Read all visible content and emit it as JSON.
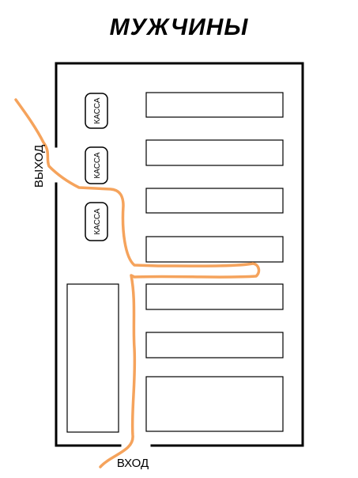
{
  "title": "МУЖЧИНЫ",
  "labels": {
    "exit": "ВЫХОД",
    "entrance": "ВХОД",
    "register": "КАССА"
  },
  "registers": [
    "КАССА",
    "КАССА",
    "КАССА"
  ],
  "colors": {
    "walls": "#000000",
    "path": "#f5a35c",
    "background": "#ffffff"
  }
}
